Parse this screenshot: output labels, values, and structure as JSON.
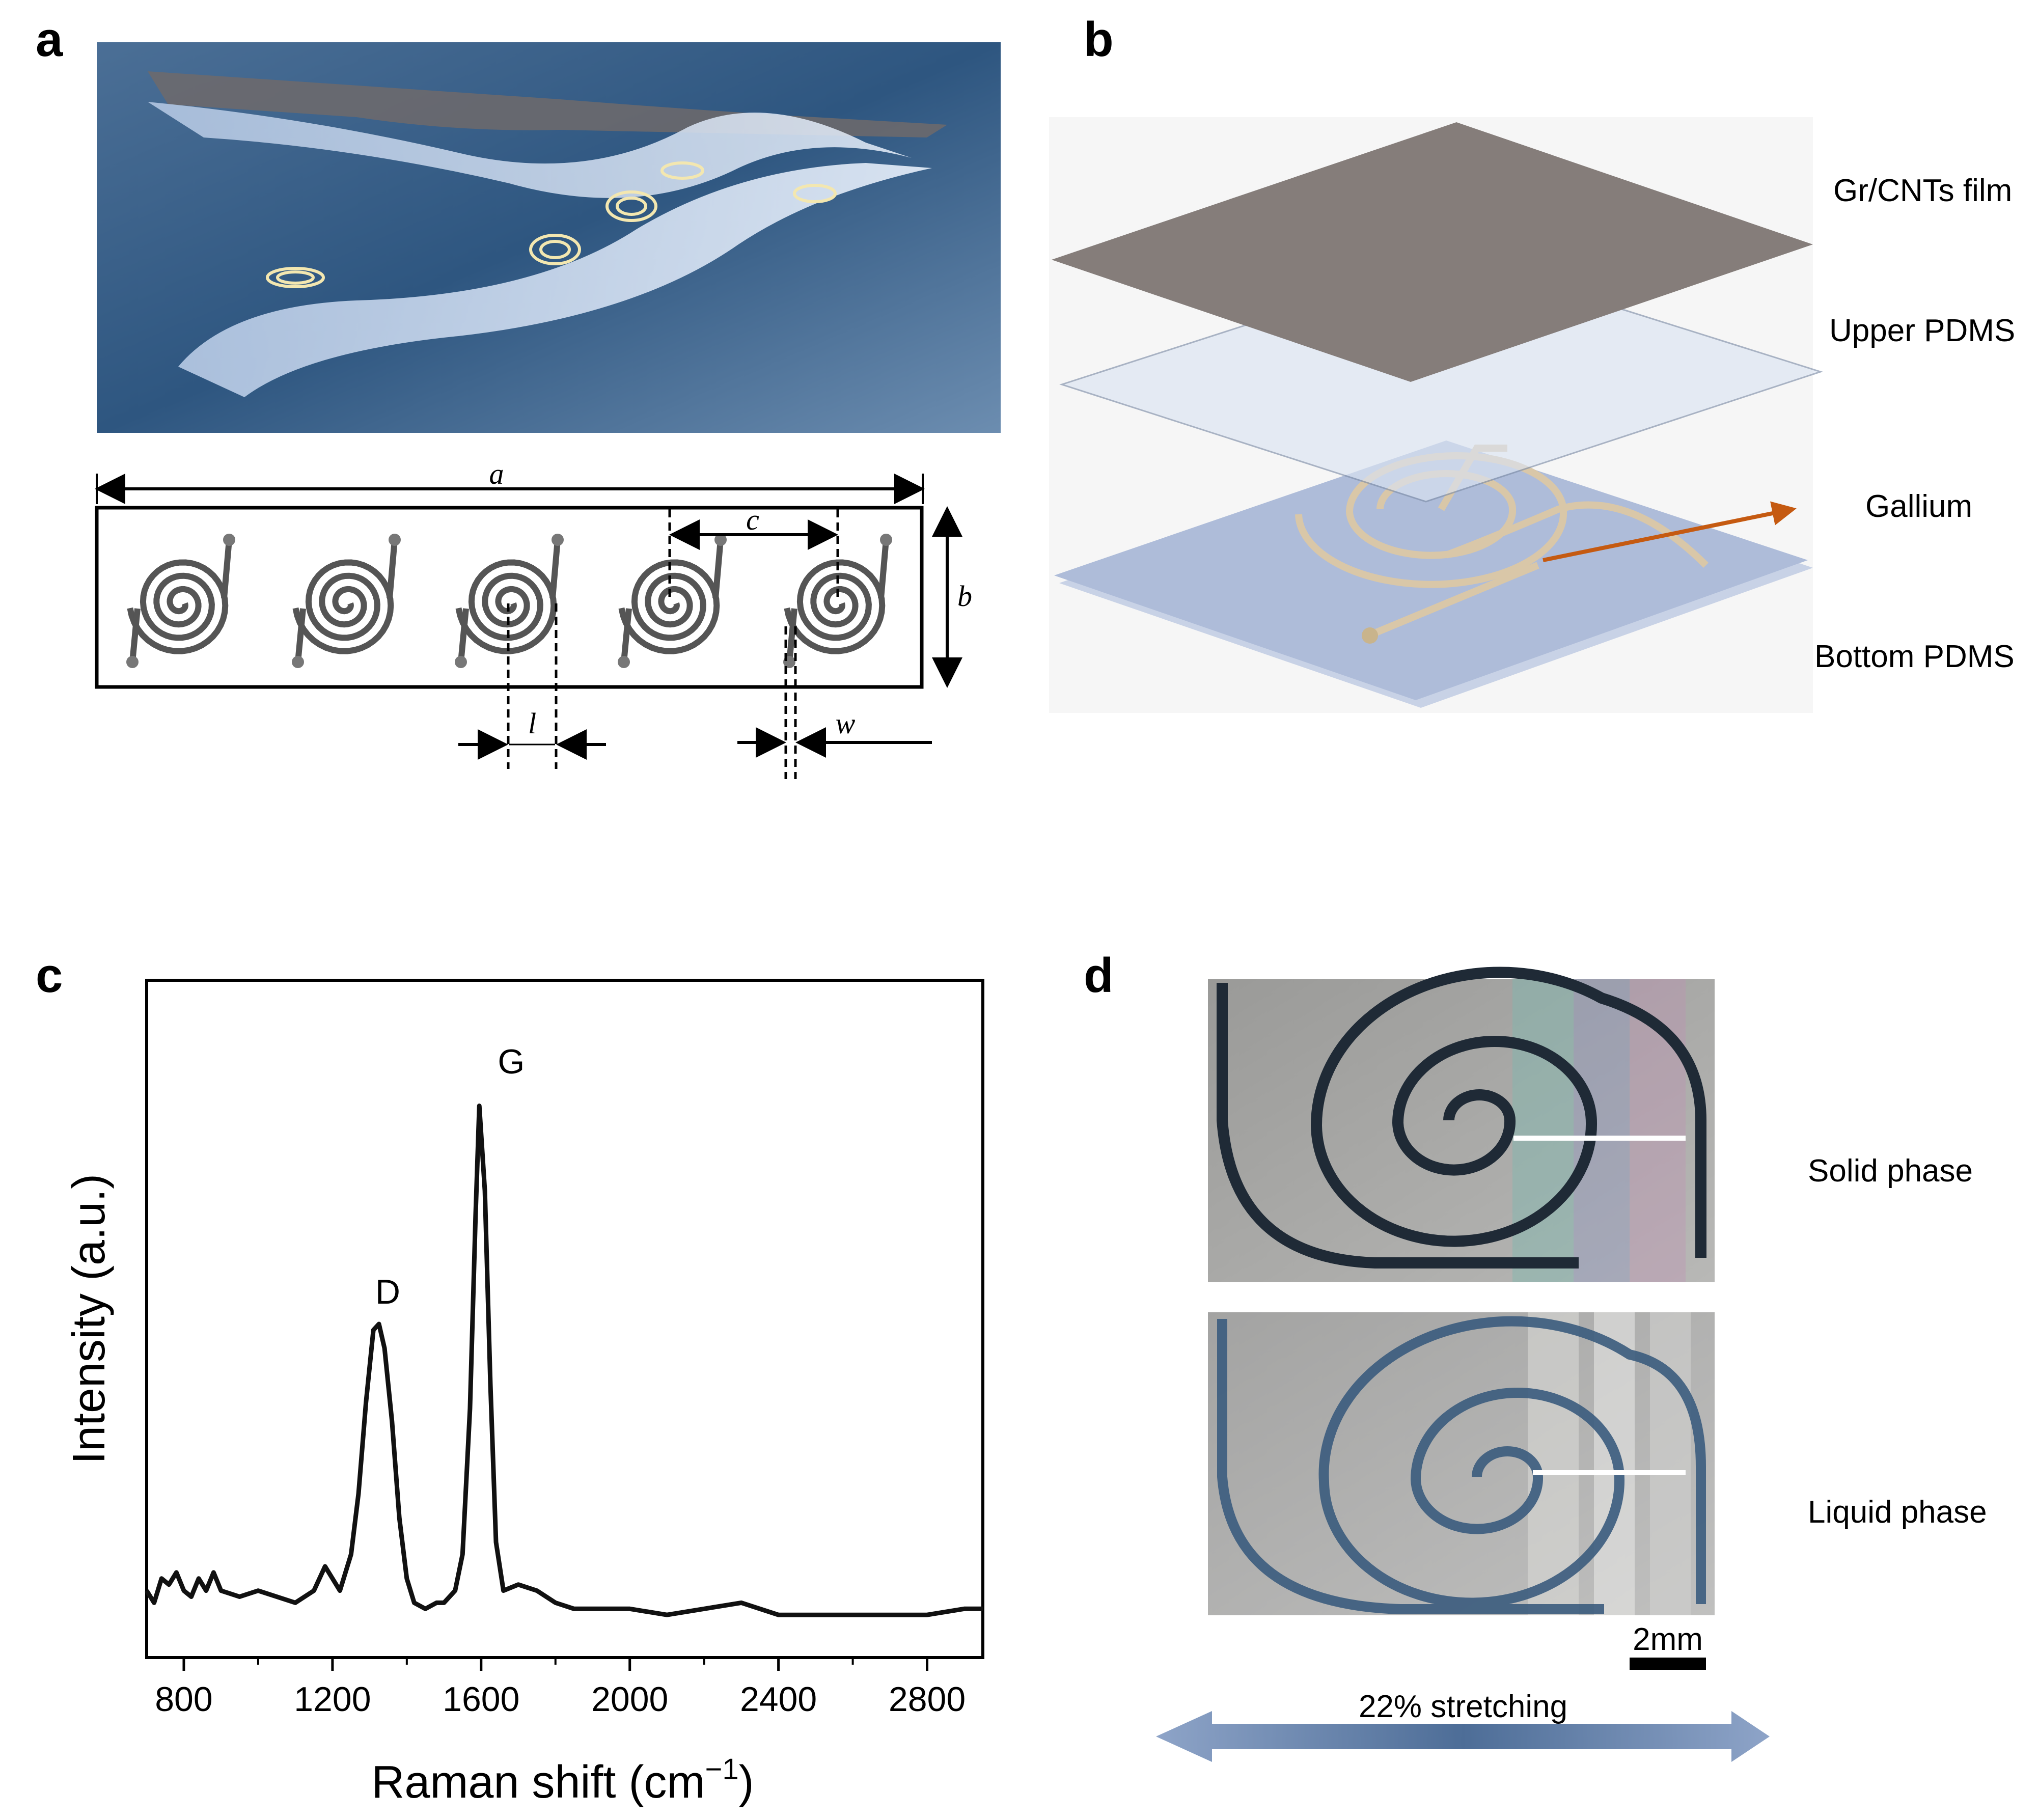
{
  "panels": {
    "a": {
      "letter": "a",
      "dims": {
        "a": "a",
        "b": "b",
        "c": "c",
        "l": "l",
        "w": "w"
      }
    },
    "b": {
      "letter": "b",
      "layers": {
        "top": "Gr/CNTs film",
        "upper": "Upper PDMS",
        "gallium": "Gallium",
        "bottom": "Bottom PDMS"
      },
      "colors": {
        "film": "#857d7a",
        "pdms_upper": "#dbe4f2",
        "pdms_bottom": "#aebcd9",
        "arrow": "#c55a11"
      }
    },
    "c": {
      "letter": "c"
    },
    "d": {
      "letter": "d",
      "solid": "Solid phase",
      "liquid": "Liquid phase",
      "scalebar": "2mm",
      "stretch": "22% stretching"
    }
  },
  "chart_data": {
    "type": "line",
    "xlabel_main": "Raman shift (cm",
    "xlabel_sup": "−1",
    "xlabel_end": ")",
    "ylabel": "Intensity (a.u.)",
    "xlim": [
      700,
      2950
    ],
    "ylim": [
      0,
      1
    ],
    "xticks": [
      800,
      1200,
      1600,
      2000,
      2400,
      2800
    ],
    "y_ticks_labeled": false,
    "annotations": [
      {
        "text": "D",
        "x": 1335,
        "y": 0.5
      },
      {
        "text": "G",
        "x": 1585,
        "y": 0.88
      }
    ],
    "series": [
      {
        "x": [
          700,
          720,
          740,
          760,
          780,
          800,
          820,
          840,
          860,
          880,
          900,
          950,
          1000,
          1050,
          1100,
          1150,
          1180,
          1200,
          1220,
          1250,
          1270,
          1290,
          1310,
          1325,
          1340,
          1360,
          1380,
          1400,
          1420,
          1450,
          1480,
          1500,
          1530,
          1550,
          1570,
          1585,
          1595,
          1610,
          1625,
          1640,
          1660,
          1700,
          1750,
          1800,
          1850,
          1900,
          1950,
          2000,
          2100,
          2200,
          2300,
          2400,
          2500,
          2600,
          2700,
          2800,
          2900,
          2950
        ],
        "y": [
          0.06,
          0.04,
          0.08,
          0.07,
          0.09,
          0.06,
          0.05,
          0.08,
          0.06,
          0.09,
          0.06,
          0.05,
          0.06,
          0.05,
          0.04,
          0.06,
          0.1,
          0.08,
          0.06,
          0.12,
          0.22,
          0.37,
          0.49,
          0.5,
          0.46,
          0.34,
          0.18,
          0.08,
          0.04,
          0.03,
          0.04,
          0.04,
          0.06,
          0.12,
          0.36,
          0.68,
          0.86,
          0.72,
          0.4,
          0.14,
          0.06,
          0.07,
          0.06,
          0.04,
          0.03,
          0.03,
          0.03,
          0.03,
          0.02,
          0.03,
          0.04,
          0.02,
          0.02,
          0.02,
          0.02,
          0.02,
          0.03,
          0.03
        ]
      }
    ]
  }
}
